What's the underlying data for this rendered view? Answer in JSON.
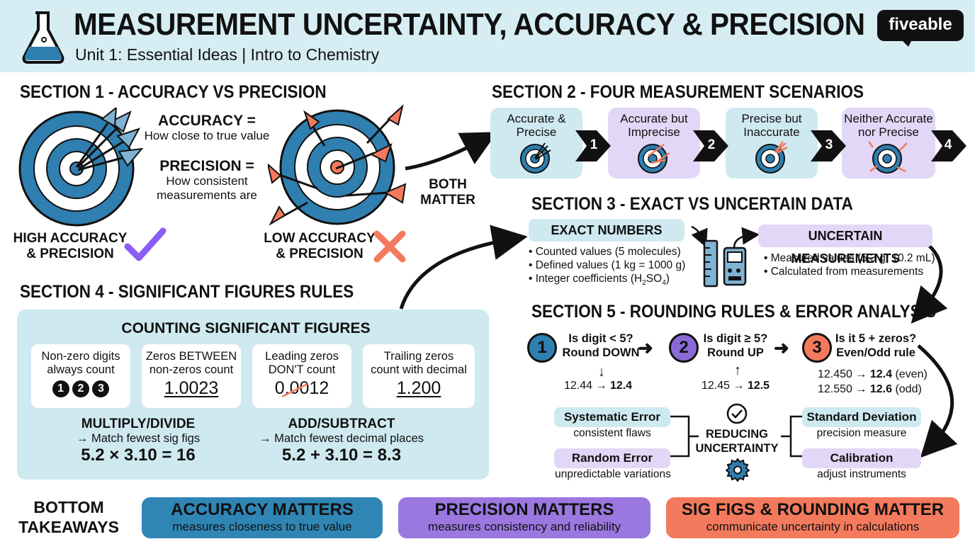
{
  "header": {
    "title": "MEASUREMENT UNCERTAINTY, ACCURACY & PRECISION",
    "subtitle": "Unit 1: Essential Ideas | Intro to Chemistry",
    "logo": "fiveable"
  },
  "section1": {
    "title": "SECTION 1 - ACCURACY VS PRECISION",
    "accuracy_term": "ACCURACY =",
    "accuracy_def": "How close to true value",
    "precision_term": "PRECISION =",
    "precision_def_line1": "How consistent",
    "precision_def_line2": "measurements are",
    "high_line1": "HIGH ACCURACY",
    "high_line2": "& PRECISION",
    "low_line1": "LOW ACCURACY",
    "low_line2": "& PRECISION",
    "both_line1": "BOTH",
    "both_line2": "MATTER"
  },
  "section2": {
    "title": "SECTION 2 - FOUR MEASUREMENT SCENARIOS",
    "scenarios": [
      {
        "line1": "Accurate &",
        "line2": "Precise",
        "num": "1"
      },
      {
        "line1": "Accurate but",
        "line2": "Imprecise",
        "num": "2"
      },
      {
        "line1": "Precise but",
        "line2": "Inaccurate",
        "num": "3"
      },
      {
        "line1": "Neither Accurate",
        "line2": "nor Precise",
        "num": "4"
      }
    ]
  },
  "section3": {
    "title": "SECTION 3 - EXACT VS UNCERTAIN DATA",
    "exact_title": "EXACT NUMBERS",
    "exact_items": [
      "• Counted values (5 molecules)",
      "• Defined values (1 kg = 1000 g)",
      "• Integer coefficients (H",
      "2",
      "SO",
      "4",
      ")"
    ],
    "uncertain_title": "UNCERTAIN MEASUREMENTS",
    "uncertain_items": [
      "• Measured values (5.3 g, 10.2 mL)",
      "• Calculated from measurements"
    ]
  },
  "section4": {
    "title": "SECTION 4 - SIGNIFICANT FIGURES RULES",
    "counting_title": "COUNTING SIGNIFICANT FIGURES",
    "rules": [
      {
        "line1": "Non-zero digits",
        "line2": "always count",
        "example": ""
      },
      {
        "line1": "Zeros BETWEEN",
        "line2": "non-zeros count",
        "example": "1.0023"
      },
      {
        "line1": "Leading zeros",
        "line2": "DON'T count",
        "example": "0.0012"
      },
      {
        "line1": "Trailing zeros",
        "line2": "count with decimal",
        "example": "1.200"
      }
    ],
    "circle_digits": [
      "1",
      "2",
      "3"
    ],
    "mult_title": "MULTIPLY/DIVIDE",
    "mult_rule": "→ Match fewest sig figs",
    "mult_example": "5.2 × 3.10 = 16",
    "add_title": "ADD/SUBTRACT",
    "add_rule": "→ Match fewest decimal places",
    "add_example": "5.2 + 3.10 = 8.3"
  },
  "section5": {
    "title": "SECTION 5 - ROUNDING RULES & ERROR ANALYSIS",
    "steps": [
      {
        "num": "1",
        "line1": "Is digit < 5?",
        "line2": "Round DOWN",
        "ex_from": "12.44 →",
        "ex_to": "12.4",
        "color": "#2f7fb0"
      },
      {
        "num": "2",
        "line1": "Is digit ≥ 5?",
        "line2": "Round UP",
        "ex_from": "12.45 →",
        "ex_to": "12.5",
        "color": "#8b6ad8"
      },
      {
        "num": "3",
        "line1": "Is it 5 + zeros?",
        "line2": "Even/Odd rule",
        "ex1_from": "12.450 →",
        "ex1_to": "12.4",
        "ex1_note": "(even)",
        "ex2_from": "12.550 →",
        "ex2_to": "12.6",
        "ex2_note": "(odd)",
        "color": "#f47a5d"
      }
    ],
    "systematic_title": "Systematic Error",
    "systematic_desc": "consistent flaws",
    "random_title": "Random Error",
    "random_desc": "unpredictable variations",
    "center_line1": "REDUCING",
    "center_line2": "UNCERTAINTY",
    "std_title": "Standard Deviation",
    "std_desc": "precision measure",
    "cal_title": "Calibration",
    "cal_desc": "adjust instruments"
  },
  "bottom": {
    "label_line1": "BOTTOM",
    "label_line2": "TAKEAWAYS",
    "items": [
      {
        "title": "ACCURACY MATTERS",
        "desc": "measures closeness to true value",
        "color": "#2f86b5"
      },
      {
        "title": "PRECISION MATTERS",
        "desc": "measures consistency and reliability",
        "color": "#9a78e0"
      },
      {
        "title": "SIG FIGS & ROUNDING MATTER",
        "desc": "communicate uncertainty in calculations",
        "color": "#f47a5d"
      }
    ]
  },
  "colors": {
    "blue": "#2f7fb0",
    "light_blue": "#cfe9f0",
    "purple": "#8b6ad8",
    "light_purple": "#e2d7f6",
    "coral": "#f47a5d",
    "check": "#8b5cf6"
  }
}
